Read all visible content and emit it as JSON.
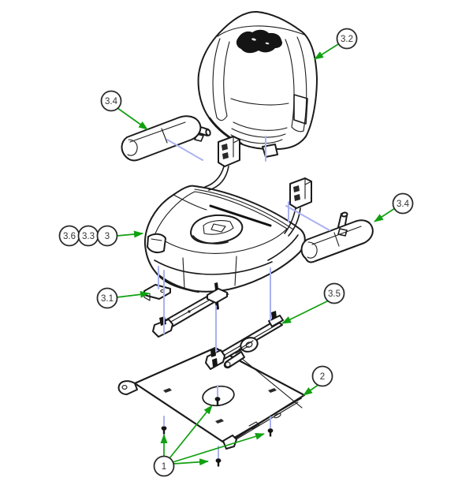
{
  "diagram": {
    "kind": "exploded-view-parts-diagram",
    "subject": "seat-assembly",
    "background": "#ffffff",
    "colors": {
      "outline": "#1b1b1b",
      "leader_arrow": "#10a010",
      "alignment_line": "#a9b1f0",
      "balloon_fill": "#ffffff",
      "balloon_stroke": "#2b2b2b",
      "balloon_text": "#333333"
    },
    "callouts": [
      {
        "label": "3.2",
        "target": "backrest"
      },
      {
        "label": "3.4",
        "target": "armrest-left"
      },
      {
        "label": "3.6",
        "target": "seat-cushion-assembly"
      },
      {
        "label": "3.3",
        "target": "seat-cushion-assembly"
      },
      {
        "label": "3",
        "target": "seat-cushion-assembly"
      },
      {
        "label": "3.1",
        "target": "slide-bracket"
      },
      {
        "label": "3.4",
        "target": "armrest-right"
      },
      {
        "label": "3.5",
        "target": "seat-slide-rail"
      },
      {
        "label": "2",
        "target": "mounting-plate"
      },
      {
        "label": "1",
        "target": "mounting-bolts"
      }
    ]
  }
}
